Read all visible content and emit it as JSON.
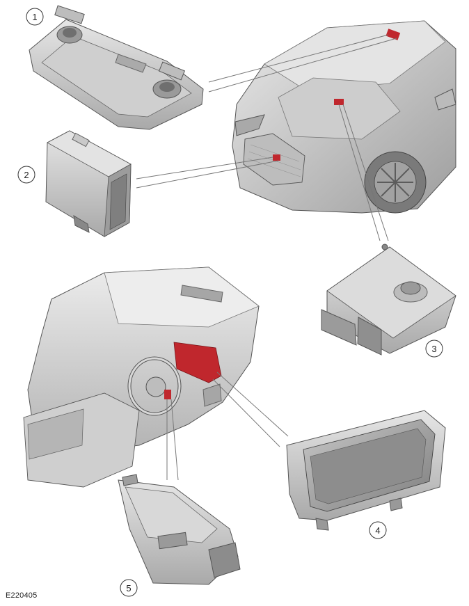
{
  "callouts": [
    "1",
    "2",
    "3",
    "4",
    "5"
  ],
  "figure_ref": "E220405",
  "colors": {
    "highlight": "#c0272d",
    "part_light": "#d9d9d9",
    "part_mid": "#b8b8b8",
    "part_dark": "#8a8a8a",
    "outline": "#555555",
    "leader": "#777777"
  }
}
